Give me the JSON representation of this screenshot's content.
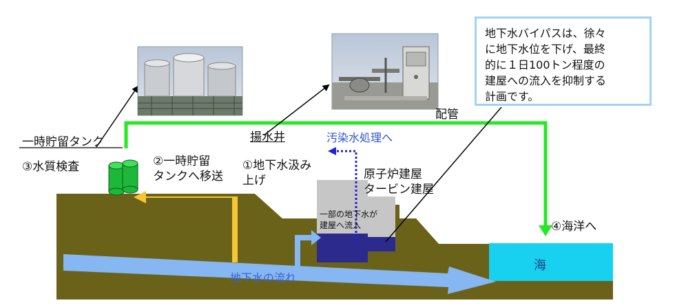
{
  "labels": {
    "temporary_tank": "一時貯留タンク",
    "water_quality_check": "③水質検査",
    "transfer_to_tank": "②一時貯留\nタンクへ移送",
    "pump_up": "①地下水汲み\n上げ",
    "pumping_well": "揚水井",
    "to_treatment": "汚染水処理へ",
    "piping": "配管",
    "reactor_building": "原子炉建屋\nタービン建屋",
    "inflow_to_building": "一部の地下水が\n建屋へ流入",
    "to_ocean": "④海洋へ",
    "sea": "海",
    "groundwater_flow": "地下水の流れ"
  },
  "note": {
    "text": "地下水バイパスは、徐々\nに地下水位を下げ、最終\n的に１日100トン程度の\n建屋への流入を抑制する\n計画です。"
  },
  "colors": {
    "ground": "#6b6219",
    "sea": "#18d0f0",
    "pipe": "#27e827",
    "pump_arrow": "#f7c634",
    "flow_arrow": "#86b7f2",
    "building": "#c6c6c6",
    "building_water": "#2c2a8c",
    "note_border": "#9fd3f2",
    "tank": "#1db83a",
    "treatment_arrow": "#2222cc"
  },
  "icons": {
    "tank": "tank-cylinder-icon",
    "photo_tanks": "storage-tanks-photo",
    "photo_well": "pumping-well-photo"
  }
}
